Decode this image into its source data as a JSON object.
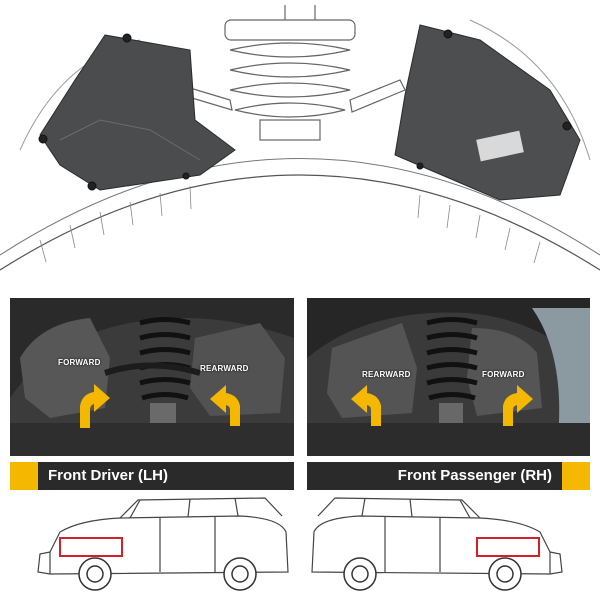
{
  "left_panel": {
    "caption": "Front Driver (LH)",
    "label_a": "FORWARD",
    "label_b": "REARWARD"
  },
  "right_panel": {
    "caption": "Front Passenger (RH)",
    "label_a": "REARWARD",
    "label_b": "FORWARD"
  },
  "colors": {
    "accent": "#f5b800",
    "dark": "#2a2a2a",
    "highlight_box": "#d0202a"
  },
  "icons": {
    "arrow": "curved-up-arrow-icon"
  }
}
